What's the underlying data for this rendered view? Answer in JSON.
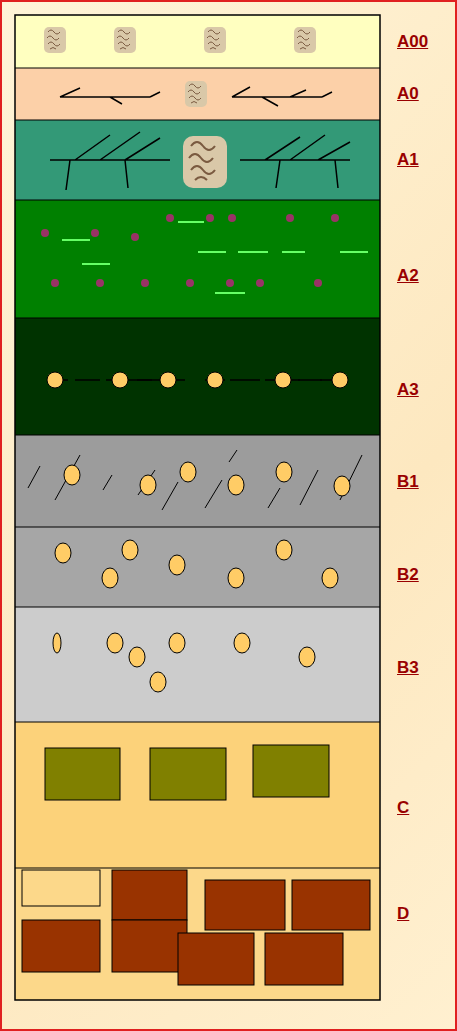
{
  "diagram": {
    "labels": [
      "A00",
      "A0",
      "A1",
      "A2",
      "A3",
      "B1",
      "B2",
      "B3",
      "C",
      "D"
    ]
  }
}
